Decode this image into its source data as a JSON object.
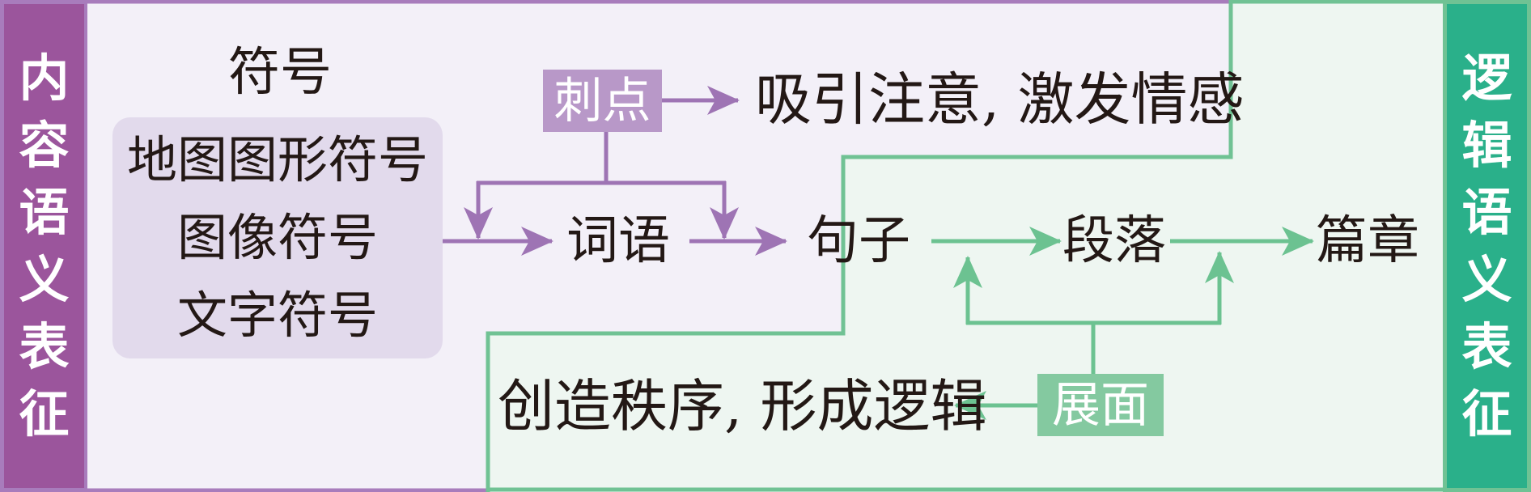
{
  "colors": {
    "purple_bar": "#9b559c",
    "purple_line": "#9e74b4",
    "purple_region": "#f3f0f8",
    "green_bar": "#2ab08a",
    "green_line": "#6cc291",
    "green_region": "#eef6f1",
    "tag_purple": "#b898c8",
    "tag_green": "#84c9a0"
  },
  "left_side": {
    "label": [
      "内",
      "容",
      "语",
      "义",
      "表",
      "征"
    ]
  },
  "right_side": {
    "label": [
      "逻",
      "辑",
      "语",
      "义",
      "表",
      "征"
    ]
  },
  "symbols": {
    "title": "符号",
    "items": [
      "地图图形符号",
      "图像符号",
      "文字符号"
    ]
  },
  "nodes": {
    "word": "词语",
    "sentence": "句子",
    "paragraph": "段落",
    "chapter": "篇章"
  },
  "stimulus": {
    "tag": "刺点",
    "effect": "吸引注意, 激发情感"
  },
  "expansion": {
    "tag": "展面",
    "effect": "创造秩序, 形成逻辑"
  }
}
